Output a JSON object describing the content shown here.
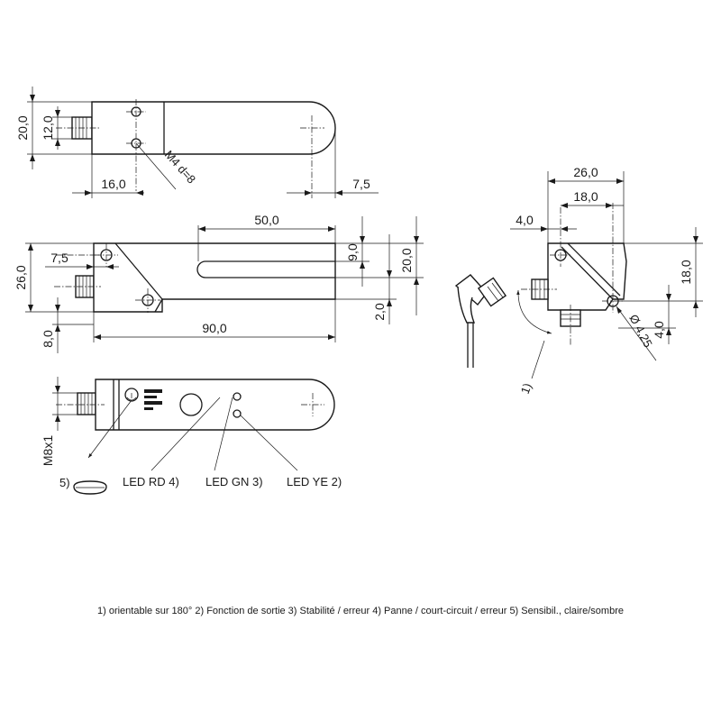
{
  "dimensions": {
    "top_height_total": "20,0",
    "top_height_inner": "12,0",
    "top_hole_pitch": "16,0",
    "thread": "M4 d=8",
    "top_tip_offset": "7,5",
    "side_slot_length": "50,0",
    "side_left_offset": "7,5",
    "side_height_total": "26,0",
    "side_slot_height": "9,0",
    "side_right_height": "20,0",
    "side_bottom_gap": "2,0",
    "side_lower_offset": "8,0",
    "side_length": "90,0",
    "front_width": "26,0",
    "front_inner_width": "18,0",
    "front_left_offset": "4,0",
    "front_height": "18,0",
    "front_lower": "4,0",
    "hole_diameter": "Ø 4,25",
    "connector_thread": "M8x1"
  },
  "callouts": {
    "rotation": "1)",
    "pot": "5)",
    "led_rd": "LED RD 4)",
    "led_gn": "LED GN 3)",
    "led_ye": "LED YE 2)"
  },
  "footnote": "1) orientable sur 180°  2) Fonction de sortie  3) Stabilité / erreur  4) Panne / court-circuit / erreur  5) Sensibil., claire/sombre"
}
